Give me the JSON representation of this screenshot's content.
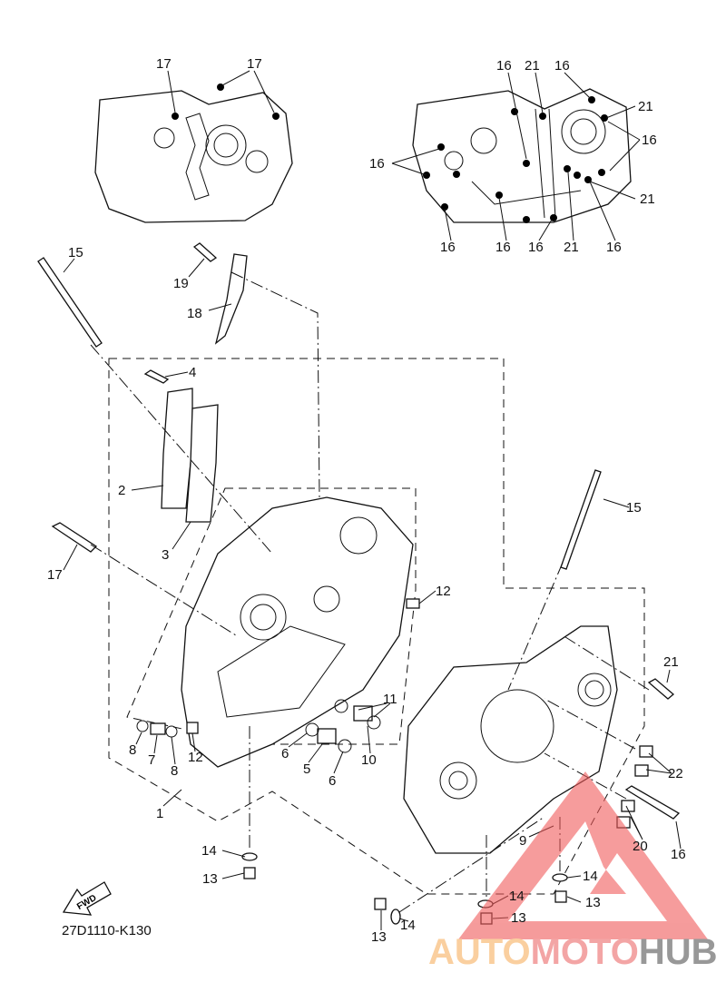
{
  "diagram_code": "27D1110-K130",
  "fwd_label": "FWD",
  "watermark": {
    "part1": "AUTO",
    "part2": "MOTO",
    "part3": "HUB",
    "color1": "#f9c98a",
    "color2": "#f08a8a",
    "color3": "#8a8a8a",
    "triangle_color": "#f05a5a"
  },
  "callouts": [
    "17",
    "17",
    "16",
    "21",
    "16",
    "21",
    "16",
    "16",
    "21",
    "16",
    "16",
    "16",
    "21",
    "16",
    "15",
    "19",
    "18",
    "4",
    "2",
    "3",
    "17",
    "12",
    "15",
    "21",
    "11",
    "8",
    "7",
    "8",
    "12",
    "6",
    "5",
    "6",
    "10",
    "22",
    "1",
    "9",
    "20",
    "16",
    "14",
    "13",
    "14",
    "14",
    "13",
    "13",
    "13",
    "14"
  ]
}
